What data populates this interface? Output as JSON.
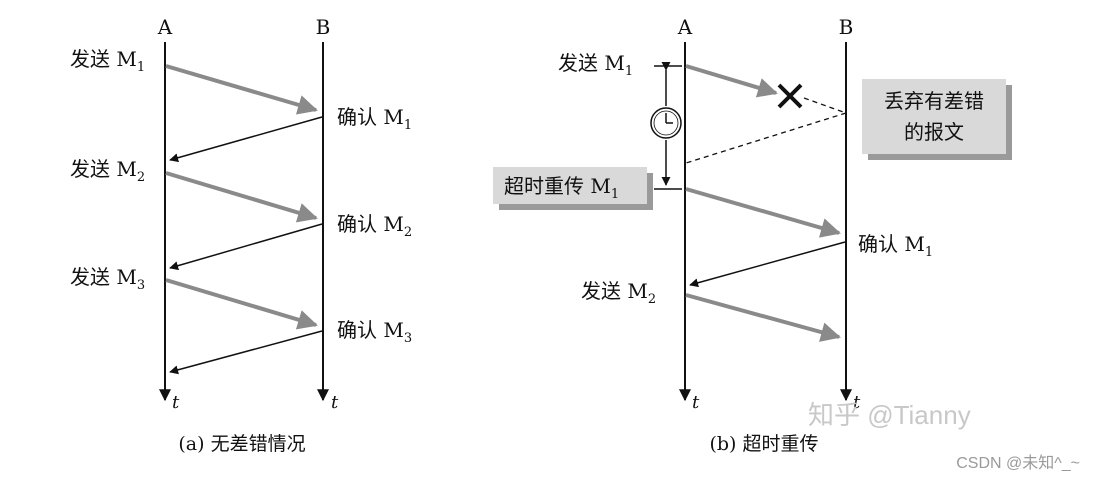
{
  "panel_a": {
    "host_a": "A",
    "host_b": "B",
    "time_label_a": "t",
    "time_label_b": "t",
    "send_1": "发送 M",
    "send_1_sub": "1",
    "ack_1": "确认 M",
    "ack_1_sub": "1",
    "send_2": "发送 M",
    "send_2_sub": "2",
    "ack_2": "确认 M",
    "ack_2_sub": "2",
    "send_3": "发送 M",
    "send_3_sub": "3",
    "ack_3": "确认 M",
    "ack_3_sub": "3",
    "caption": "(a) 无差错情况"
  },
  "panel_b": {
    "host_a": "A",
    "host_b": "B",
    "time_label_a": "t",
    "time_label_b": "t",
    "send_1": "发送 M",
    "send_1_sub": "1",
    "discard_line1": "丢弃有差错",
    "discard_line2": "的报文",
    "retransmit": "超时重传 M",
    "retransmit_sub": "1",
    "ack_1": "确认 M",
    "ack_1_sub": "1",
    "send_2": "发送 M",
    "send_2_sub": "2",
    "caption": "(b) 超时重传"
  },
  "watermarks": {
    "zhihu": "知乎 @Tianny",
    "csdn": "CSDN @未知^_~"
  },
  "colors": {
    "line": "#111111",
    "data_arrow": "#8a8a8a",
    "box_fill": "#d9d9d9",
    "box_shadow": "#9a9a9a",
    "watermark": "#c8c8c8"
  }
}
